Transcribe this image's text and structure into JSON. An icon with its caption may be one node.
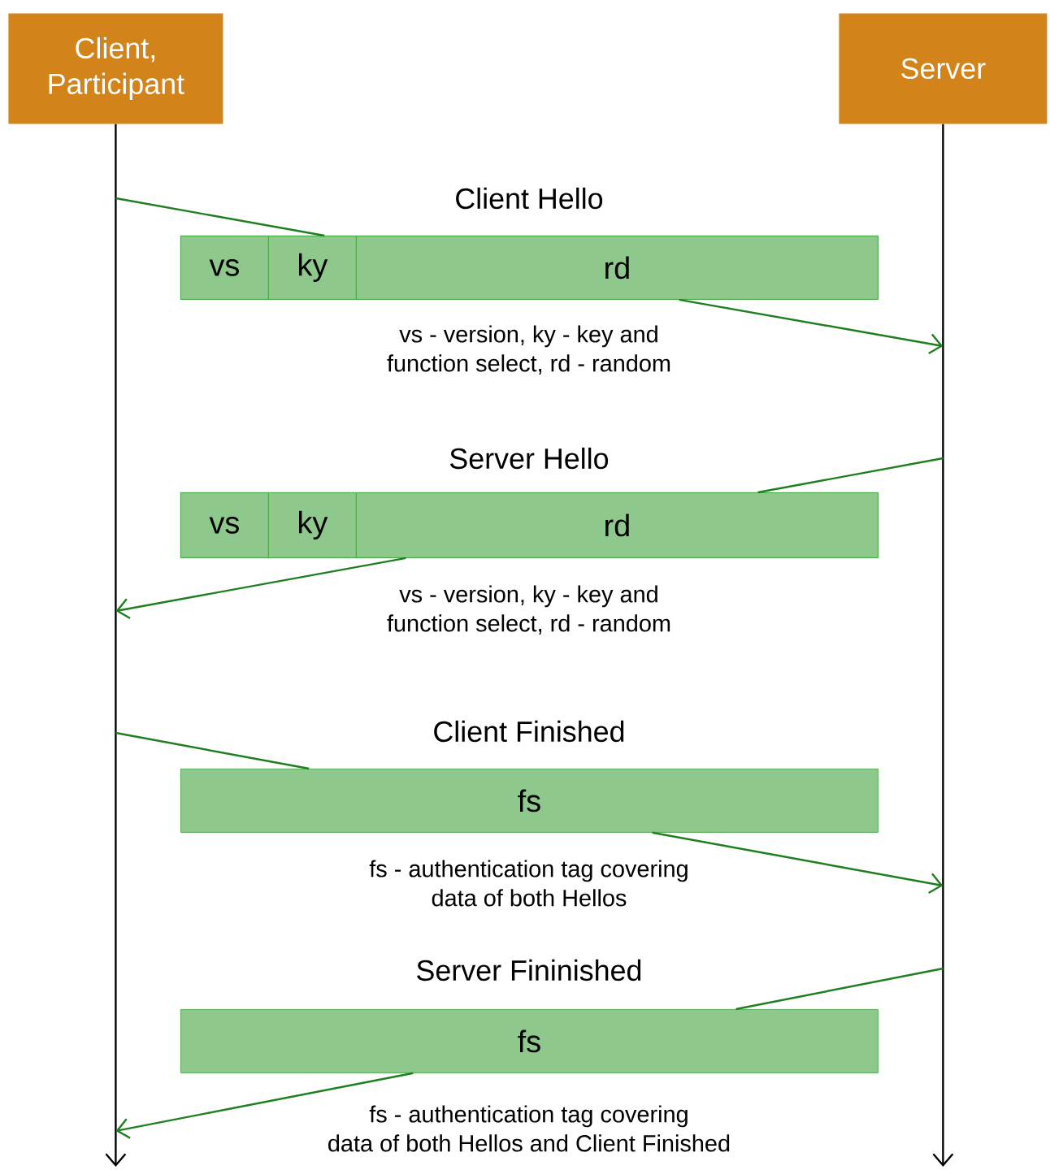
{
  "diagram": {
    "nodes": [
      {
        "text": [
          "Client, Participant"
        ]
      },
      {
        "text": [
          "Server"
        ]
      },
      {
        "text": [
          "Client Hello"
        ],
        "beside": [
          "vs - version, ky - key and function select, rd - random"
        ]
      },
      {
        "text": [
          "vs"
        ],
        "in": 2
      },
      {
        "text": [
          "ky"
        ],
        "in": 2
      },
      {
        "text": [
          "rd"
        ],
        "in": 2
      },
      {
        "text": [
          "Server Hello"
        ],
        "beside": [
          "vs - version, ky - key and function select, rd - random"
        ]
      },
      {
        "text": [
          "vs"
        ],
        "in": 6
      },
      {
        "text": [
          "ky"
        ],
        "in": 6
      },
      {
        "text": [
          "rd"
        ],
        "in": 6
      },
      {
        "text": [
          "Client Finished",
          "fs"
        ],
        "beside": [
          "fs - authentication tag covering data of both Hellos"
        ]
      },
      {
        "text": [
          "Server Fininished",
          "fs"
        ],
        "beside": [
          "fs - authentication tag covering data of both Hellos and Client Finished"
        ]
      }
    ],
    "edges": [
      {
        "from": 0,
        "to": 2,
        "arrow": "none"
      },
      {
        "from": 2,
        "to": 1,
        "arrow": "to"
      },
      {
        "from": 1,
        "to": 6,
        "arrow": "none"
      },
      {
        "from": 6,
        "to": 0,
        "arrow": "to"
      },
      {
        "from": 0,
        "to": 10,
        "arrow": "none"
      },
      {
        "from": 10,
        "to": 1,
        "arrow": "to"
      },
      {
        "from": 1,
        "to": 11,
        "arrow": "none"
      },
      {
        "from": 11,
        "to": 0,
        "arrow": "to"
      }
    ]
  }
}
